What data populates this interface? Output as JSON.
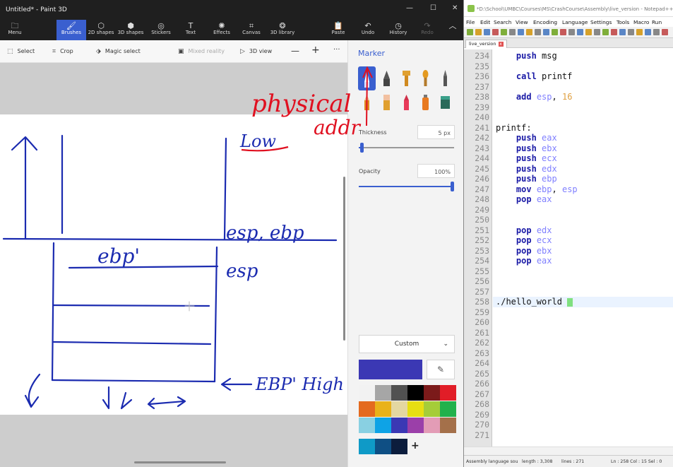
{
  "paint": {
    "title": "Untitled* - Paint 3D",
    "window_controls": [
      "—",
      "☐",
      "✕"
    ],
    "ribbon": {
      "menu": "Menu",
      "tabs": [
        "Brushes",
        "2D shapes",
        "3D shapes",
        "Stickers",
        "Text",
        "Effects",
        "Canvas",
        "3D library"
      ],
      "active_tab": "Brushes",
      "paste": "Paste",
      "undo": "Undo",
      "history": "History",
      "redo": "Redo"
    },
    "toolbar": {
      "select": "Select",
      "crop": "Crop",
      "magic_select": "Magic select",
      "mixed_reality": "Mixed reality",
      "view_3d": "3D view"
    },
    "panel": {
      "title": "Marker",
      "thickness_label": "Thickness",
      "thickness_value": "5 px",
      "thickness_level": 0.03,
      "opacity_label": "Opacity",
      "opacity_value": "100%",
      "opacity_level": 1.0,
      "color_mode": "Custom",
      "add_color": "+",
      "current_color": "#3b38b4",
      "palette": [
        [
          "#f2f2f2",
          "#a6a6a6",
          "#515151",
          "#000000",
          "#7b1a1a",
          "#e11d27"
        ],
        [
          "#e46a1f",
          "#e9b21a",
          "#e4d7a1",
          "#e7de12",
          "#a5cd39",
          "#22b14c"
        ],
        [
          "#89d0e2",
          "#0ea3e6",
          "#3b38b4",
          "#9b3fa9",
          "#e39cb6",
          "#a4704a"
        ],
        [
          "#0f9ac7",
          "#0f4f84",
          "#0c1d3d"
        ]
      ]
    },
    "annotations": {
      "physical": "physical",
      "addr": "addr",
      "low": "Low",
      "esp_ebp": "esp, ebp",
      "ebp_prime": "ebp'",
      "esp": "esp",
      "ebp_high": "EBP' High"
    }
  },
  "notepad": {
    "title": "*D:\\School\\UMBC\\Courses\\MS\\CrashCourse\\Assembly\\live_version - Notepad++",
    "menu": [
      "File",
      "Edit",
      "Search",
      "View",
      "Encoding",
      "Language",
      "Settings",
      "Tools",
      "Macro",
      "Run"
    ],
    "tab": "live_version",
    "lines": [
      {
        "n": "234",
        "tokens": [
          {
            "t": "    "
          },
          {
            "t": "push",
            "c": "kw"
          },
          {
            "t": " msg"
          }
        ]
      },
      {
        "n": "235",
        "tokens": []
      },
      {
        "n": "236",
        "tokens": [
          {
            "t": "    "
          },
          {
            "t": "call",
            "c": "kw"
          },
          {
            "t": " printf"
          }
        ]
      },
      {
        "n": "237",
        "tokens": []
      },
      {
        "n": "238",
        "tokens": [
          {
            "t": "    "
          },
          {
            "t": "add",
            "c": "kw"
          },
          {
            "t": " "
          },
          {
            "t": "esp",
            "c": "reg"
          },
          {
            "t": ", "
          },
          {
            "t": "16",
            "c": "num"
          }
        ]
      },
      {
        "n": "239",
        "tokens": []
      },
      {
        "n": "240",
        "tokens": []
      },
      {
        "n": "241",
        "tokens": [
          {
            "t": "printf:"
          }
        ]
      },
      {
        "n": "242",
        "tokens": [
          {
            "t": "    "
          },
          {
            "t": "push",
            "c": "kw"
          },
          {
            "t": " "
          },
          {
            "t": "eax",
            "c": "reg"
          }
        ]
      },
      {
        "n": "243",
        "tokens": [
          {
            "t": "    "
          },
          {
            "t": "push",
            "c": "kw"
          },
          {
            "t": " "
          },
          {
            "t": "ebx",
            "c": "reg"
          }
        ]
      },
      {
        "n": "244",
        "tokens": [
          {
            "t": "    "
          },
          {
            "t": "push",
            "c": "kw"
          },
          {
            "t": " "
          },
          {
            "t": "ecx",
            "c": "reg"
          }
        ]
      },
      {
        "n": "245",
        "tokens": [
          {
            "t": "    "
          },
          {
            "t": "push",
            "c": "kw"
          },
          {
            "t": " "
          },
          {
            "t": "edx",
            "c": "reg"
          }
        ]
      },
      {
        "n": "246",
        "tokens": [
          {
            "t": "    "
          },
          {
            "t": "push",
            "c": "kw"
          },
          {
            "t": " "
          },
          {
            "t": "ebp",
            "c": "reg"
          }
        ]
      },
      {
        "n": "247",
        "tokens": [
          {
            "t": "    "
          },
          {
            "t": "mov",
            "c": "kw"
          },
          {
            "t": " "
          },
          {
            "t": "ebp",
            "c": "reg"
          },
          {
            "t": ", "
          },
          {
            "t": "esp",
            "c": "reg"
          }
        ]
      },
      {
        "n": "248",
        "tokens": [
          {
            "t": "    "
          },
          {
            "t": "pop",
            "c": "kw"
          },
          {
            "t": " "
          },
          {
            "t": "eax",
            "c": "reg"
          }
        ]
      },
      {
        "n": "249",
        "tokens": []
      },
      {
        "n": "250",
        "tokens": []
      },
      {
        "n": "251",
        "tokens": [
          {
            "t": "    "
          },
          {
            "t": "pop",
            "c": "kw"
          },
          {
            "t": " "
          },
          {
            "t": "edx",
            "c": "reg"
          }
        ]
      },
      {
        "n": "252",
        "tokens": [
          {
            "t": "    "
          },
          {
            "t": "pop",
            "c": "kw"
          },
          {
            "t": " "
          },
          {
            "t": "ecx",
            "c": "reg"
          }
        ]
      },
      {
        "n": "253",
        "tokens": [
          {
            "t": "    "
          },
          {
            "t": "pop",
            "c": "kw"
          },
          {
            "t": " "
          },
          {
            "t": "ebx",
            "c": "reg"
          }
        ]
      },
      {
        "n": "254",
        "tokens": [
          {
            "t": "    "
          },
          {
            "t": "pop",
            "c": "kw"
          },
          {
            "t": " "
          },
          {
            "t": "eax",
            "c": "reg"
          }
        ]
      },
      {
        "n": "255",
        "tokens": []
      },
      {
        "n": "256",
        "tokens": []
      },
      {
        "n": "257",
        "tokens": []
      },
      {
        "n": "258",
        "tokens": [
          {
            "t": "./hello_world "
          }
        ],
        "caret": true
      },
      {
        "n": "259",
        "tokens": []
      },
      {
        "n": "260",
        "tokens": []
      },
      {
        "n": "261",
        "tokens": []
      },
      {
        "n": "262",
        "tokens": []
      },
      {
        "n": "263",
        "tokens": []
      },
      {
        "n": "264",
        "tokens": []
      },
      {
        "n": "265",
        "tokens": []
      },
      {
        "n": "266",
        "tokens": []
      },
      {
        "n": "267",
        "tokens": []
      },
      {
        "n": "268",
        "tokens": []
      },
      {
        "n": "269",
        "tokens": []
      },
      {
        "n": "270",
        "tokens": []
      },
      {
        "n": "271",
        "tokens": []
      }
    ],
    "status": {
      "language": "Assembly language sou",
      "length": "length : 3,308",
      "lines": "lines : 271",
      "position": "Ln : 258   Col : 15   Sel : 0"
    }
  }
}
